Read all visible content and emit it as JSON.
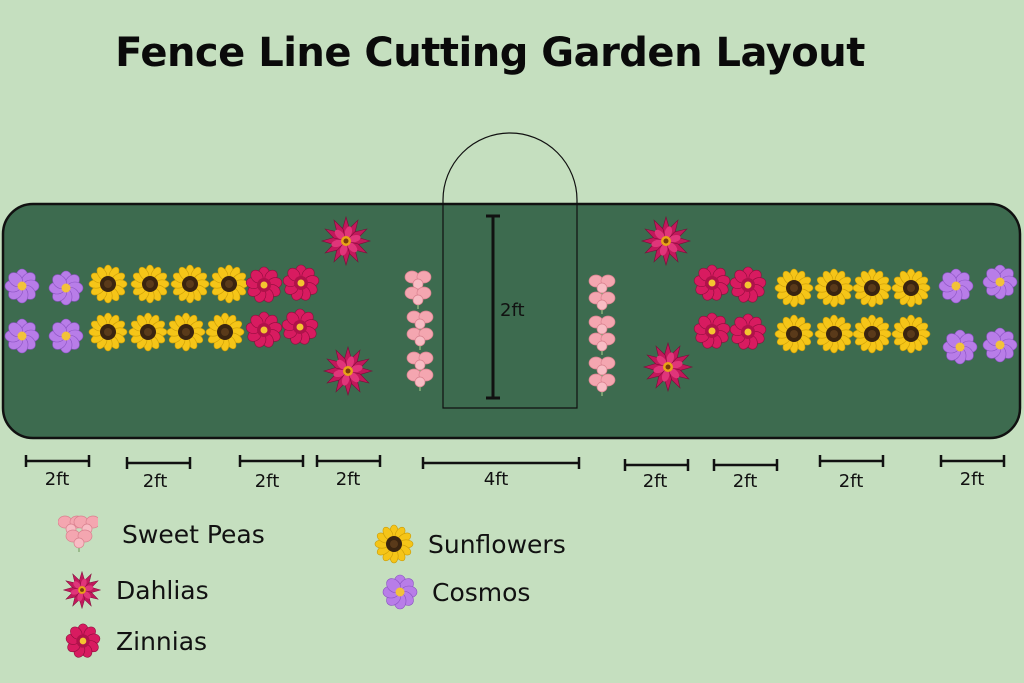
{
  "title": "Fence Line Cutting Garden Layout",
  "arch": {
    "height_label": "2ft"
  },
  "dimensions": [
    "2ft",
    "2ft",
    "2ft",
    "2ft",
    "4ft",
    "2ft",
    "2ft",
    "2ft",
    "2ft"
  ],
  "legend": [
    {
      "label": "Sweet Peas",
      "icon": "sweet-pea-icon"
    },
    {
      "label": "Dahlias",
      "icon": "dahlia-icon"
    },
    {
      "label": "Zinnias",
      "icon": "zinnia-icon"
    },
    {
      "label": "Sunflowers",
      "icon": "sunflower-icon"
    },
    {
      "label": "Cosmos",
      "icon": "cosmos-icon"
    }
  ],
  "colors": {
    "background": "#c5dfbf",
    "bed": "#3d6b4f",
    "sunflower_petal": "#f5c518",
    "sunflower_center": "#3a2410",
    "dahlia": "#c2185b",
    "zinnia": "#d81b60",
    "cosmos": "#b87de8",
    "sweet_pea": "#f4a6b0"
  }
}
